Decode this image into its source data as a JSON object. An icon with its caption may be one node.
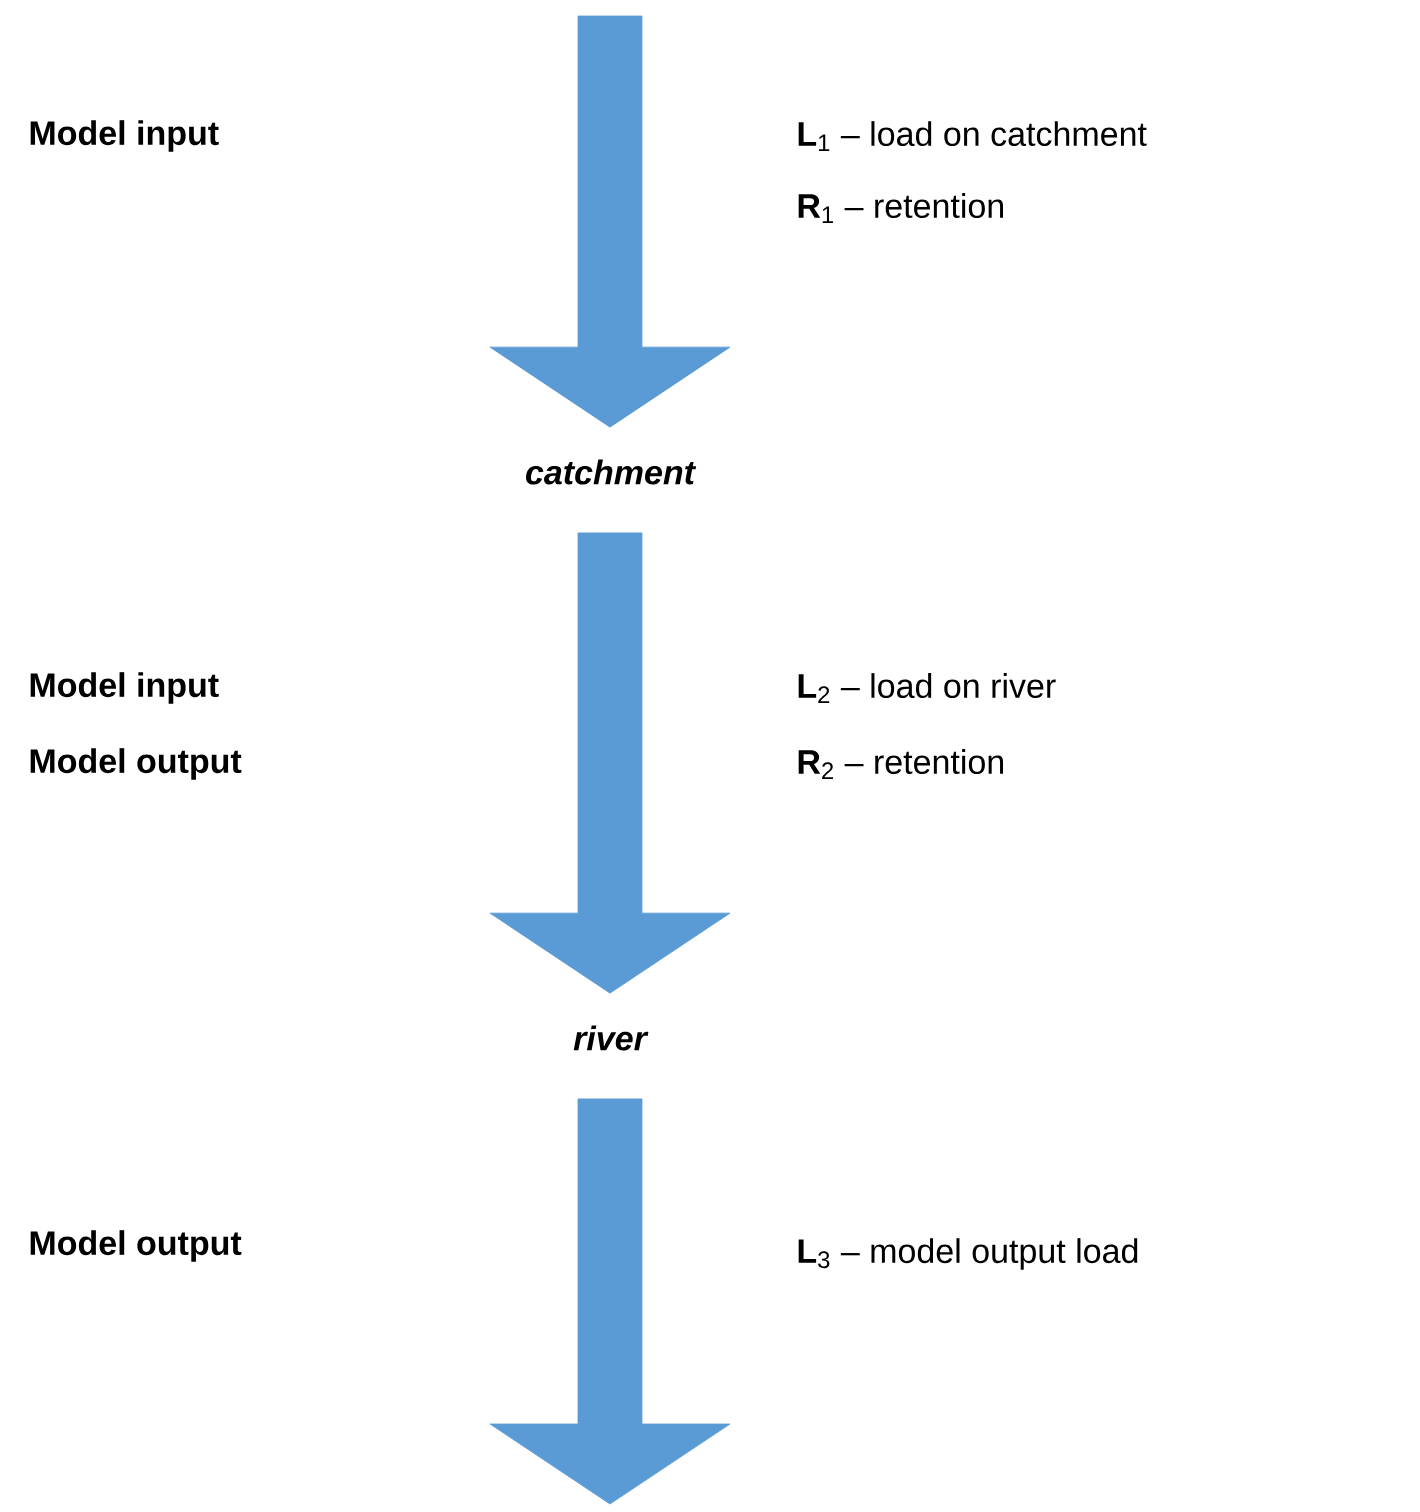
{
  "diagram": {
    "nodes": [
      {
        "text": [
          "*catchment*"
        ]
      },
      {
        "text": [
          "*river*"
        ]
      }
    ],
    "edges": [
      {
        "from": null,
        "to": 0,
        "arrow": "to"
      },
      {
        "from": 0,
        "to": 1,
        "arrow": "to"
      },
      {
        "from": 1,
        "to": null,
        "arrow": "to"
      }
    ],
    "labels": [
      "Model input",
      "**L**$_{1}$ – load on catchment",
      "**R**$_{1}$ – retention",
      "Model input",
      "Model output",
      "**L**$_{2}$ – load on river",
      "**R**$_{2}$ – retention",
      "Model output",
      "**L**$_{3}$ – model output load"
    ]
  }
}
